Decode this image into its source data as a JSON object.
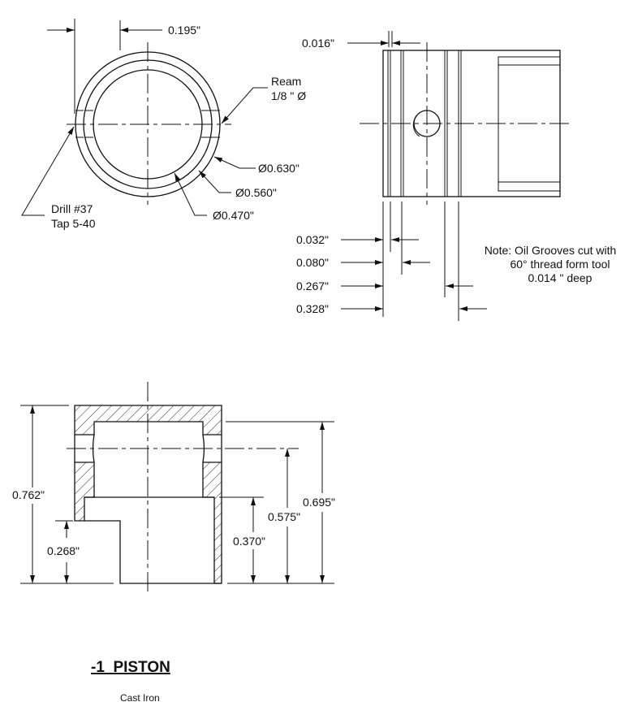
{
  "top_view": {
    "dim_pin_offset": "0.195\"",
    "ream_line1": "Ream",
    "ream_line2": "1/8 \" Ø",
    "dia_outer": "Ø0.630\"",
    "dia_groove": "Ø0.560\"",
    "dia_bore": "Ø0.470\"",
    "drill_line1": "Drill #37",
    "drill_line2": "Tap 5-40"
  },
  "side_view": {
    "dim_groove_width": "0.016\"",
    "dims": [
      "0.032\"",
      "0.080\"",
      "0.267\"",
      "0.328\""
    ],
    "note_line1": "Note: Oil Grooves cut with",
    "note_line2": "60° thread form tool",
    "note_line3": "0.014 \" deep"
  },
  "section_view": {
    "dim_overall": "0.762\"",
    "dim_skirt_step": "0.268\"",
    "dim_skirt_bore": "0.370\"",
    "dim_pin_height": "0.575\"",
    "dim_crown_inner": "0.695\""
  },
  "title_block": {
    "title": "-1  PISTON",
    "material": "Cast Iron"
  }
}
